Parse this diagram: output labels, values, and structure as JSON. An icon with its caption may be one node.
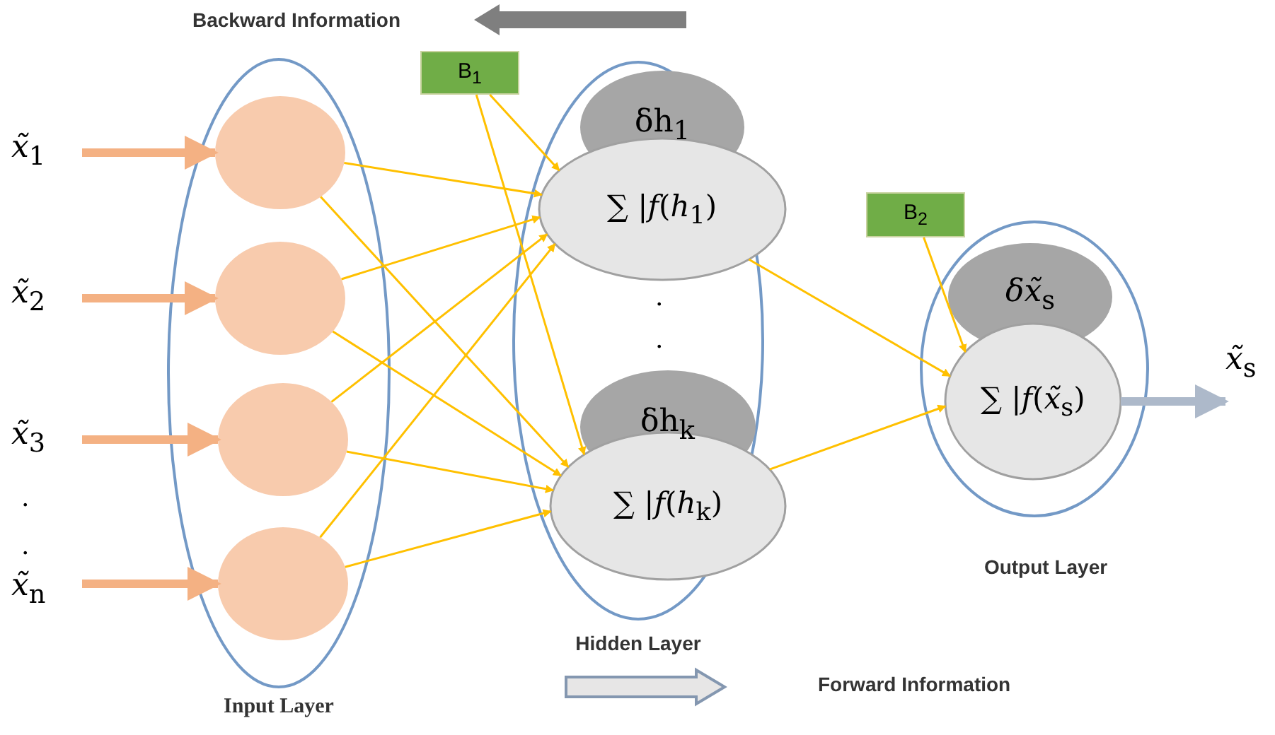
{
  "diagram": {
    "nodes": [
      {
        "text": [
          "Input Layer"
        ]
      },
      {
        "text": [],
        "shape": "circle",
        "in": 0
      },
      {
        "text": [],
        "shape": "circle",
        "in": 0
      },
      {
        "text": [],
        "shape": "circle",
        "in": 0
      },
      {
        "text": [],
        "shape": "circle",
        "in": 0
      },
      {
        "text": [
          "Hidden Layer"
        ]
      },
      {
        "text": [
          "δh$_{1}$",
          "∑ |*f*(*h*$_{1}$)"
        ],
        "in": 5
      },
      {
        "text": [
          "δh$_{k}$",
          "∑ |*f*(*h*$_{k}$)"
        ],
        "in": 5
      },
      {
        "text": [
          "Output Layer"
        ]
      },
      {
        "text": [
          "*δx̃*$_{s}$",
          "∑ |*f*(*x̃*$_{s}$)"
        ],
        "in": 8
      },
      {
        "text": [
          "B$_{1}$"
        ]
      },
      {
        "text": [
          "B$_{2}$"
        ]
      },
      {
        "text": [
          "*x̃*$_{1}$"
        ]
      },
      {
        "text": [
          "*x̃*$_{2}$"
        ]
      },
      {
        "text": [
          "*x̃*$_{3}$"
        ]
      },
      {
        "text": [
          "*x̃*$_{n}$"
        ]
      },
      {
        "text": [
          "*x̃*$_{s}$"
        ]
      }
    ],
    "edges": [
      {
        "from": 12,
        "to": 1,
        "arrow": "to",
        "style": "thick",
        "color": "#f4b183"
      },
      {
        "from": 13,
        "to": 2,
        "arrow": "to",
        "style": "thick",
        "color": "#f4b183"
      },
      {
        "from": 14,
        "to": 3,
        "arrow": "to",
        "style": "thick",
        "color": "#f4b183"
      },
      {
        "from": 15,
        "to": 4,
        "arrow": "to",
        "style": "thick",
        "color": "#f4b183"
      },
      {
        "from": 1,
        "to": 6,
        "arrow": "to"
      },
      {
        "from": 1,
        "to": 7,
        "arrow": "to"
      },
      {
        "from": 2,
        "to": 6,
        "arrow": "to"
      },
      {
        "from": 2,
        "to": 7,
        "arrow": "to"
      },
      {
        "from": 3,
        "to": 6,
        "arrow": "to"
      },
      {
        "from": 3,
        "to": 7,
        "arrow": "to"
      },
      {
        "from": 4,
        "to": 6,
        "arrow": "to"
      },
      {
        "from": 4,
        "to": 7,
        "arrow": "to"
      },
      {
        "from": 10,
        "to": 6,
        "arrow": "to"
      },
      {
        "from": 10,
        "to": 7,
        "arrow": "to"
      },
      {
        "from": 6,
        "to": 9,
        "arrow": "to"
      },
      {
        "from": 7,
        "to": 9,
        "arrow": "to"
      },
      {
        "from": 11,
        "to": 9,
        "arrow": "to"
      },
      {
        "from": 9,
        "to": 16,
        "arrow": "to",
        "style": "thick",
        "color": "#adb9ca"
      }
    ],
    "labels": [
      "Backward Information",
      ".",
      ".",
      ".",
      ".",
      "Forward Information"
    ]
  }
}
